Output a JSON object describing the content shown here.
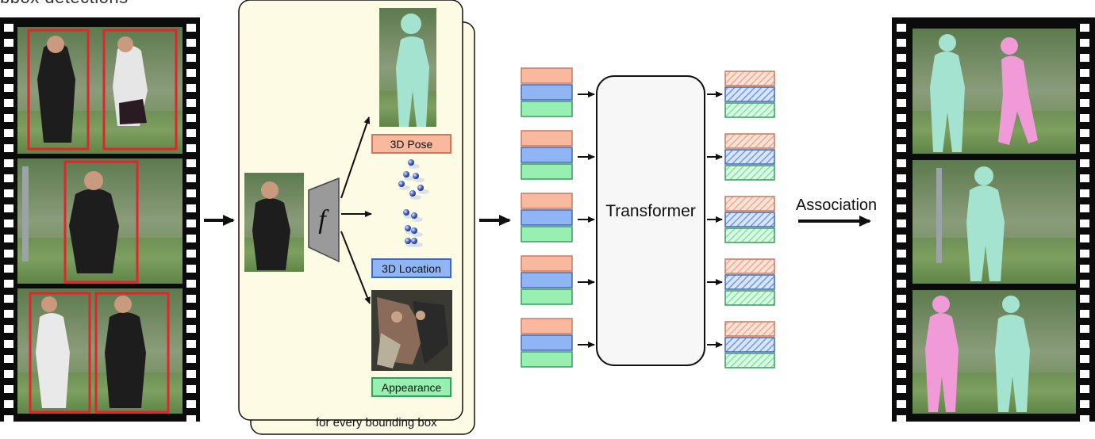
{
  "labels": {
    "top_cut_text": "bbox detections",
    "function_symbol": "f",
    "pose": "3D Pose",
    "location": "3D Location",
    "appearance": "Appearance",
    "every_box": "for every bounding box",
    "transformer": "Transformer",
    "association": "Association"
  },
  "colors": {
    "pose_fill": "#f8b99f",
    "location_fill": "#8fb5f5",
    "appearance_fill": "#97f0b2",
    "panel_fill": "#fdfbe4",
    "bbox_red": "#e3242b",
    "mesh_green": "#a4e3d0",
    "mesh_pink": "#f09ad8",
    "wedge_gray": "#9a9a9a"
  },
  "tokens_per_column": 5
}
